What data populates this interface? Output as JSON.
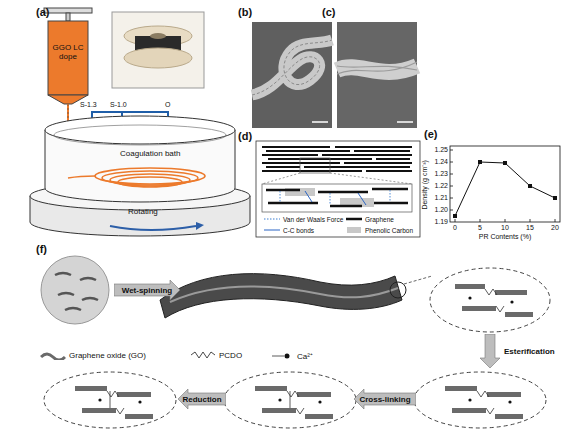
{
  "diagram": {
    "nodes": [
      {
        "text": [
          "Wet-spinning"
        ]
      },
      {
        "text": [
          "Esterification"
        ]
      },
      {
        "text": [
          "Cross-linking"
        ]
      },
      {
        "text": [
          "Reduction"
        ]
      }
    ],
    "labels": [
      "(a)",
      "GGO LC dope",
      "S-1.3",
      "S-1.0",
      "O",
      "Coagulation bath",
      "Rotating",
      "(b)",
      "(c)",
      "(d)",
      "(e)",
      "Density (g cm⁻³)",
      "1.25",
      "1.24",
      "1.23",
      "1.22",
      "1.21",
      "1.20",
      "1.19",
      "0",
      "5",
      "10",
      "15",
      "20",
      "PR Contents (%)",
      "(f)"
    ],
    "legend": [
      {
        "text": "Van der Waals Force"
      },
      {
        "text": "Graphene"
      },
      {
        "text": "C-C bonds"
      },
      {
        "text": "Phenolic Carbon"
      },
      {
        "text": "Graphene oxide (GO)"
      },
      {
        "text": "PCDO"
      },
      {
        "text": "Ca²⁺"
      }
    ]
  }
}
